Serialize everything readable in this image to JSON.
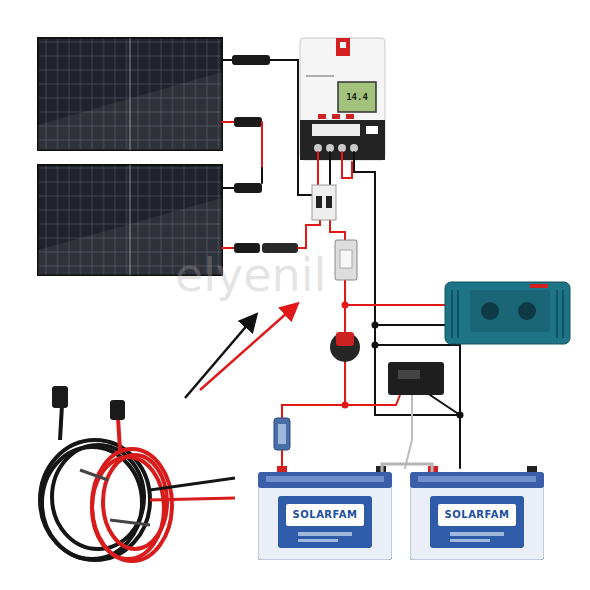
{
  "diagram": {
    "nodes": [
      {
        "text": [
          "SOLARFAM"
        ]
      },
      {
        "text": [
          "SOLARFAM"
        ]
      }
    ],
    "edges": [
      {
        "from": 0,
        "to": 1,
        "arrow": "none"
      }
    ],
    "labels": [
      "14.4",
      "elyenil"
    ]
  }
}
